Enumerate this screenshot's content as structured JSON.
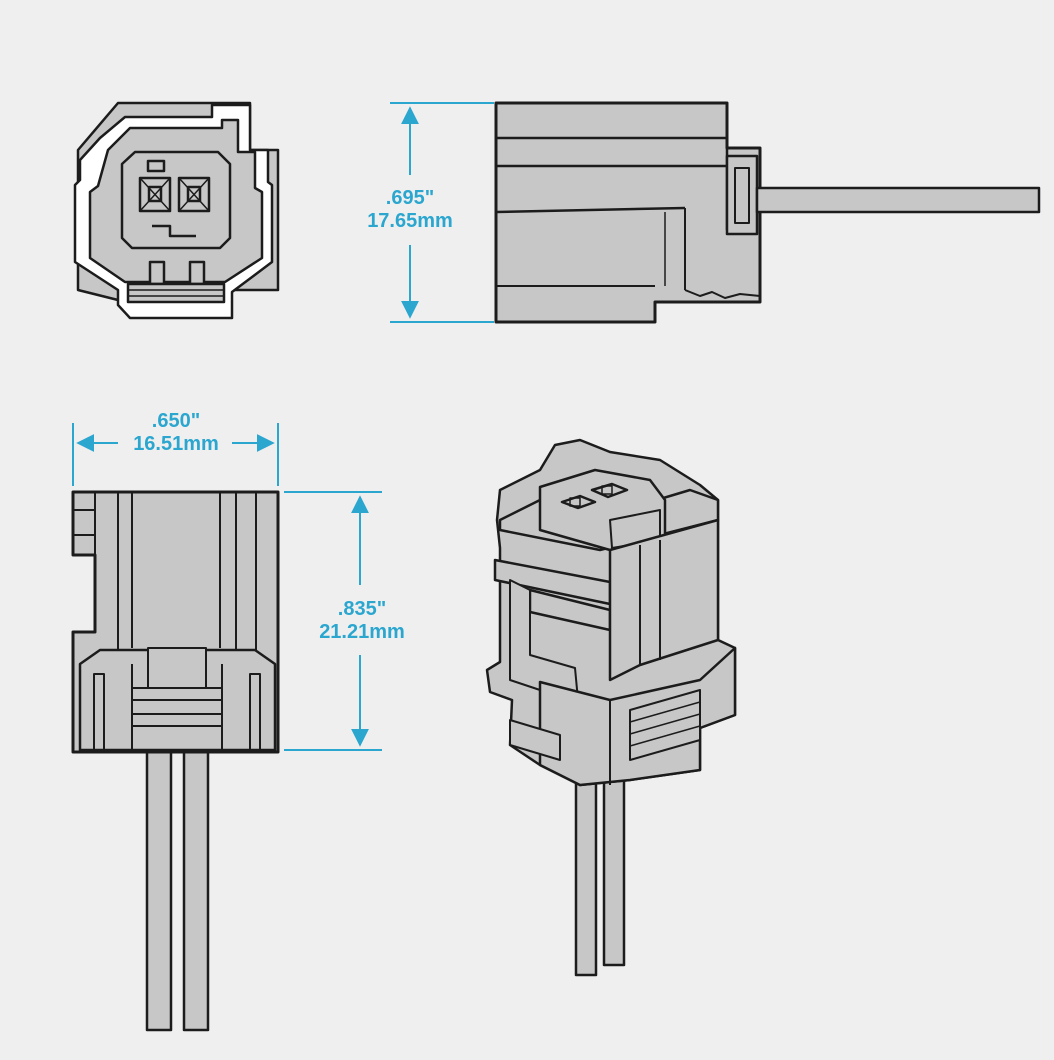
{
  "colors": {
    "background": "#efefef",
    "body_fill": "#c7c7c7",
    "outline": "#1c1c1c",
    "dimension": "#2aa6cf"
  },
  "dimensions": {
    "height": {
      "inches": ".695\"",
      "mm": "17.65mm"
    },
    "width": {
      "inches": ".650\"",
      "mm": "16.51mm"
    },
    "length": {
      "inches": ".835\"",
      "mm": "21.21mm"
    }
  },
  "views": {
    "front": {
      "terminal_count": 2
    },
    "side": {
      "wire_count": 1
    },
    "bottom": {
      "wire_count": 2
    },
    "iso": {
      "wire_count": 2
    }
  }
}
